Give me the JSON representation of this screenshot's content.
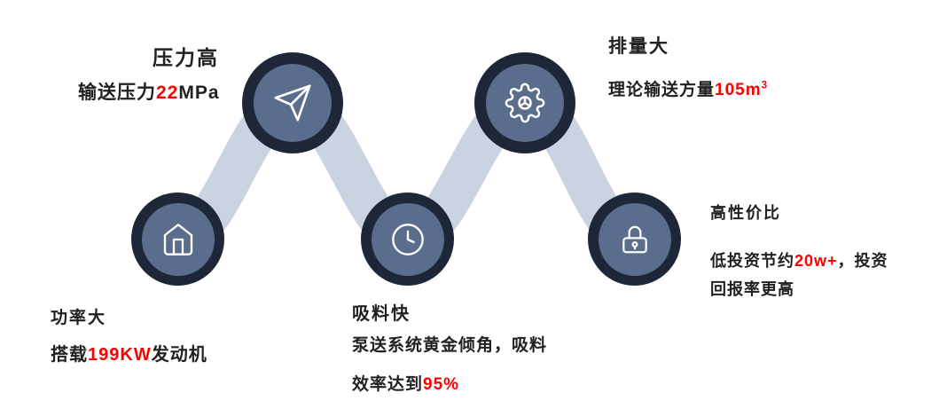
{
  "colors": {
    "outer_circle": "#1d2737",
    "inner_circle": "#5a6d8c",
    "connector_band": "#c9d3e2",
    "highlight_red": "#ff0000",
    "text_dark": "#212121"
  },
  "features": [
    {
      "id": "pressure",
      "title": "压力高",
      "icon": "paper-plane-icon",
      "lines": [
        [
          {
            "t": "输送压力",
            "red": false
          },
          {
            "t": "22",
            "red": true
          },
          {
            "t": "MPa",
            "red": false
          }
        ]
      ]
    },
    {
      "id": "displacement",
      "title": "排量大",
      "icon": "gear-icon",
      "lines": [
        [
          {
            "t": "理论输送方量",
            "red": false
          },
          {
            "t": "105m",
            "red": true
          },
          {
            "t": "3",
            "red": true,
            "sup": true
          }
        ]
      ]
    },
    {
      "id": "power",
      "title": "功率大",
      "icon": "house-icon",
      "lines": [
        [
          {
            "t": "搭载",
            "red": false
          },
          {
            "t": "199KW",
            "red": true
          },
          {
            "t": "发动机",
            "red": false
          }
        ]
      ]
    },
    {
      "id": "suction",
      "title": "吸料快",
      "icon": "clock-icon",
      "lines": [
        [
          {
            "t": "泵送系统黄金倾角，吸料",
            "red": false
          }
        ],
        [
          {
            "t": "效率达到",
            "red": false
          },
          {
            "t": "95%",
            "red": true
          }
        ]
      ]
    },
    {
      "id": "value",
      "title": "高性价比",
      "icon": "lock-icon",
      "lines": [
        [
          {
            "t": "低投资节约",
            "red": false
          },
          {
            "t": "20w+",
            "red": true
          },
          {
            "t": "，投资",
            "red": false
          }
        ],
        [
          {
            "t": "回报率更高",
            "red": false
          }
        ]
      ]
    }
  ]
}
